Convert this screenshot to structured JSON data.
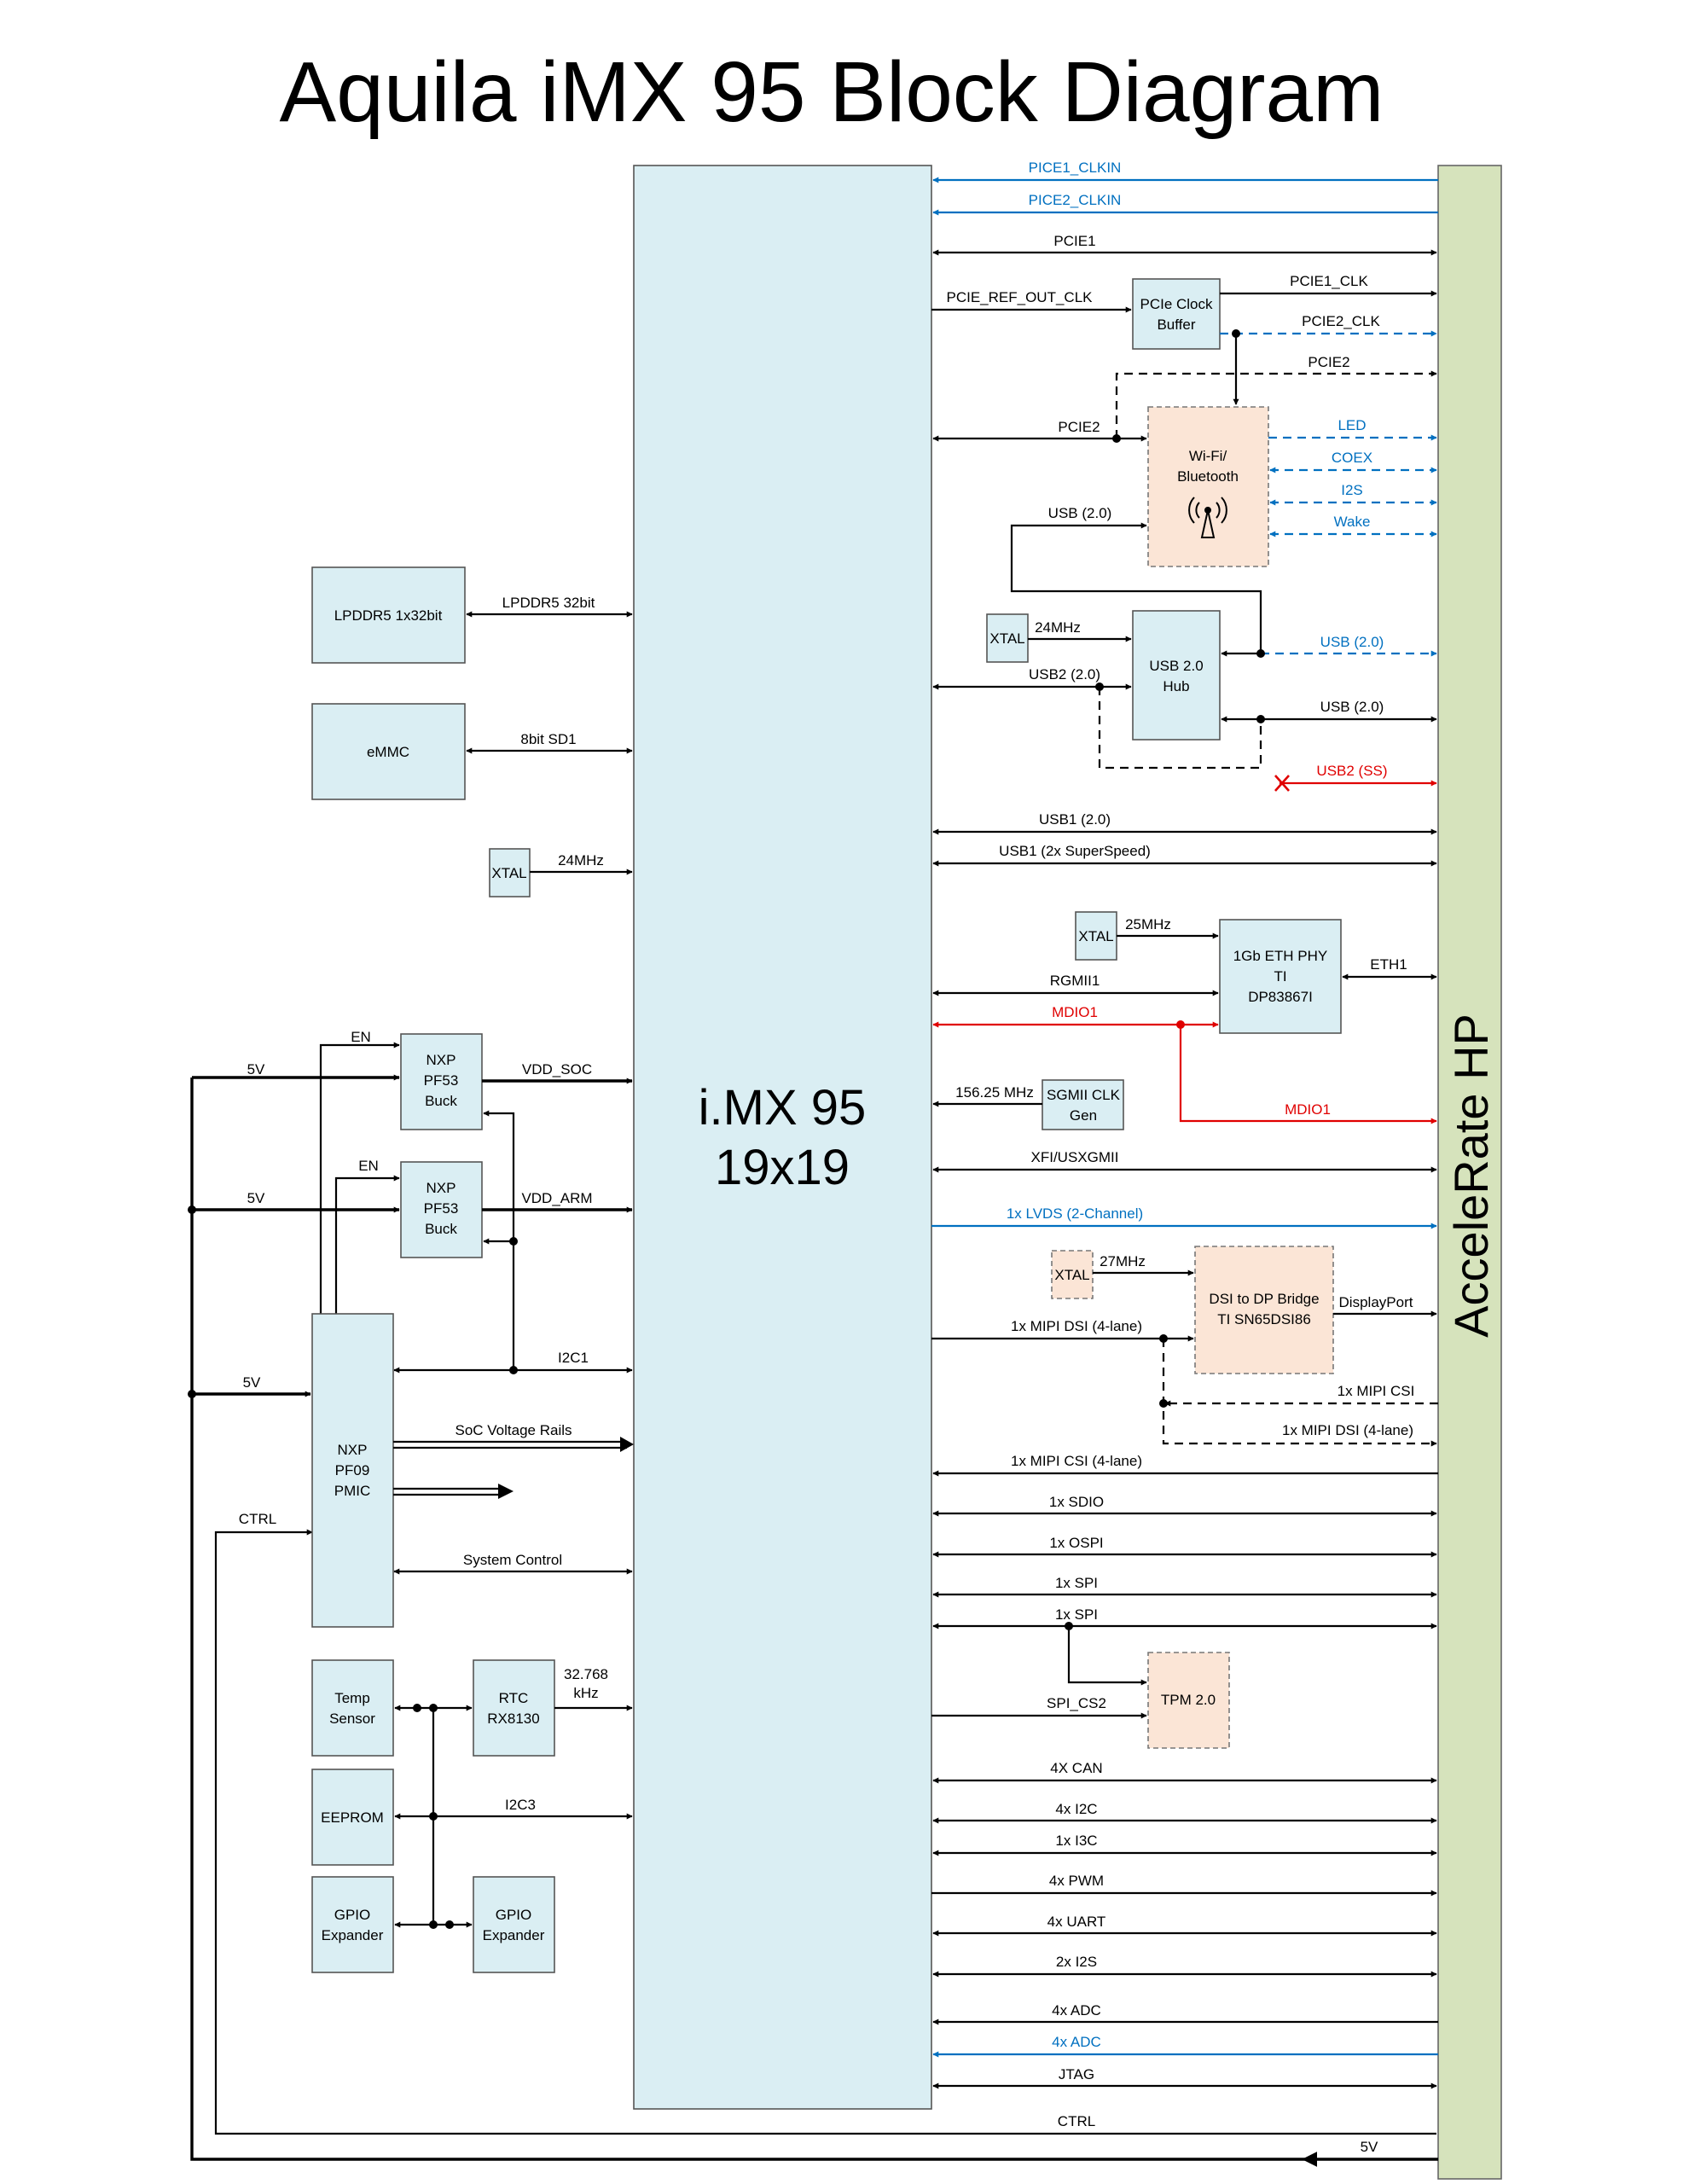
{
  "title": "Aquila iMX 95 Block Diagram",
  "soc": {
    "name": "i.MX 95",
    "package": "19x19"
  },
  "connector": "AcceleRate HP",
  "right_signals": {
    "pcie1_clkin": "PICE1_CLKIN",
    "pcie2_clkin": "PICE2_CLKIN",
    "pcie1": "PCIE1",
    "pcie_ref_out_clk": "PCIE_REF_OUT_CLK",
    "pcie1_clk": "PCIE1_CLK",
    "pcie2_clk": "PCIE2_CLK",
    "pcie2_conn": "PCIE2",
    "pcie2_soc": "PCIE2",
    "led": "LED",
    "coex": "COEX",
    "i2s": "I2S",
    "wake": "Wake",
    "usb20_wifi": "USB (2.0)",
    "xtal_24_hub": "24MHz",
    "usb20_blue": "USB (2.0)",
    "usb2_20": "USB2 (2.0)",
    "usb20_black": "USB (2.0)",
    "usb2_ss": "USB2 (SS)",
    "usb1_20": "USB1 (2.0)",
    "usb1_ss": "USB1 (2x SuperSpeed)",
    "xtal_25": "25MHz",
    "rgmii1": "RGMII1",
    "eth1": "ETH1",
    "mdio1_soc": "MDIO1",
    "mdio1_conn": "MDIO1",
    "sgmii_freq": "156.25 MHz",
    "xfi": "XFI/USXGMII",
    "lvds": "1x LVDS (2-Channel)",
    "xtal_27": "27MHz",
    "displayport": "DisplayPort",
    "mipi_dsi_soc": "1x MIPI DSI (4-lane)",
    "mipi_csi_conn": "1x MIPI CSI",
    "mipi_dsi_conn": "1x MIPI DSI (4-lane)",
    "mipi_csi_4": "1x MIPI CSI (4-lane)",
    "sdio": "1x SDIO",
    "ospi": "1x OSPI",
    "spi_a": "1x SPI",
    "spi_b": "1x SPI",
    "spi_cs2": "SPI_CS2",
    "can": "4X CAN",
    "i2c": "4x I2C",
    "i3c": "1x I3C",
    "pwm": "4x PWM",
    "uart": "4x UART",
    "i2s_x2": "2x I2S",
    "adc_a": "4x ADC",
    "adc_b": "4x ADC",
    "jtag": "JTAG",
    "ctrl": "CTRL",
    "v5": "5V"
  },
  "right_blocks": {
    "pcie_buffer": [
      "PCIe Clock",
      "Buffer"
    ],
    "wifi": [
      "Wi-Fi/",
      "Bluetooth"
    ],
    "xtal_hub": "XTAL",
    "usb_hub": [
      "USB 2.0",
      "Hub"
    ],
    "xtal_eth": "XTAL",
    "eth_phy": [
      "1Gb ETH PHY",
      "TI",
      "DP83867I"
    ],
    "sgmii": [
      "SGMII CLK",
      "Gen"
    ],
    "xtal_dsi": "XTAL",
    "dsi_bridge": [
      "DSI to DP Bridge",
      "TI SN65DSI86"
    ],
    "tpm": "TPM 2.0"
  },
  "left_signals": {
    "lpddr5_bus": "LPDDR5 32bit",
    "emmc_bus": "8bit SD1",
    "xtal_24": "24MHz",
    "en1": "EN",
    "en2": "EN",
    "v5_a": "5V",
    "v5_b": "5V",
    "v5_c": "5V",
    "vdd_soc": "VDD_SOC",
    "vdd_arm": "VDD_ARM",
    "i2c1": "I2C1",
    "soc_rails": "SoC Voltage Rails",
    "ctrl": "CTRL",
    "system_control": "System Control",
    "rtc_freq": "32.768 kHz",
    "i2c3": "I2C3"
  },
  "left_blocks": {
    "lpddr5": "LPDDR5 1x32bit",
    "emmc": "eMMC",
    "xtal": "XTAL",
    "buck_soc": [
      "NXP",
      "PF53",
      "Buck"
    ],
    "buck_arm": [
      "NXP",
      "PF53",
      "Buck"
    ],
    "pmic": [
      "NXP",
      "PF09",
      "PMIC"
    ],
    "temp": [
      "Temp",
      "Sensor"
    ],
    "rtc": [
      "RTC",
      "RX8130"
    ],
    "eeprom": "EEPROM",
    "gpio1": [
      "GPIO",
      "Expander"
    ],
    "gpio2": [
      "GPIO",
      "Expander"
    ]
  },
  "colors": {
    "soc_fill": "#daeef3",
    "connector_fill": "#d6e3bc",
    "accent_blue": "#0070c0",
    "accent_red": "#e00000",
    "optional_fill": "#fbe5d6"
  }
}
